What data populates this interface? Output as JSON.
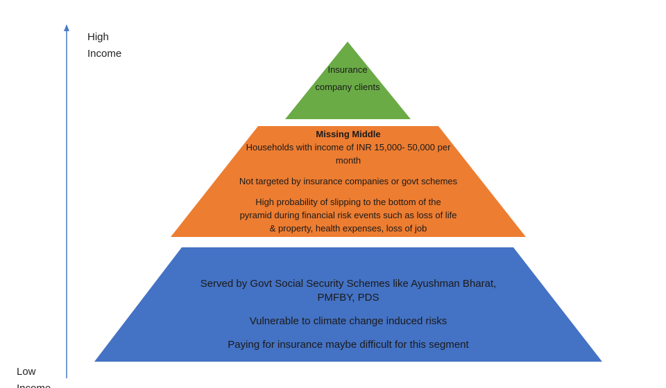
{
  "axis": {
    "top_label": [
      "High",
      "Income"
    ],
    "bottom_label": [
      "Low",
      "Income"
    ],
    "axis_color": "#4a7bc8"
  },
  "tiers": {
    "top": {
      "color": "#6aab46",
      "lines": [
        "Insurance",
        "company clients"
      ]
    },
    "middle": {
      "color": "#ed7d31",
      "heading": "Missing Middle",
      "paragraphs": [
        [
          "Households with income of INR 15,000- 50,000 per",
          "month"
        ],
        [
          "Not targeted by insurance companies or govt schemes"
        ],
        [
          "High probability of  slipping to the bottom of the",
          "pyramid during financial risk events such as  loss of life",
          "& property, health expenses, loss of job"
        ]
      ]
    },
    "bottom": {
      "color": "#4472c4",
      "paragraphs": [
        [
          "Served by Govt Social Security Schemes like Ayushman Bharat,",
          "PMFBY, PDS"
        ],
        [
          "Vulnerable to climate change induced risks"
        ],
        [
          "Paying for insurance maybe difficult for this segment"
        ]
      ]
    }
  }
}
